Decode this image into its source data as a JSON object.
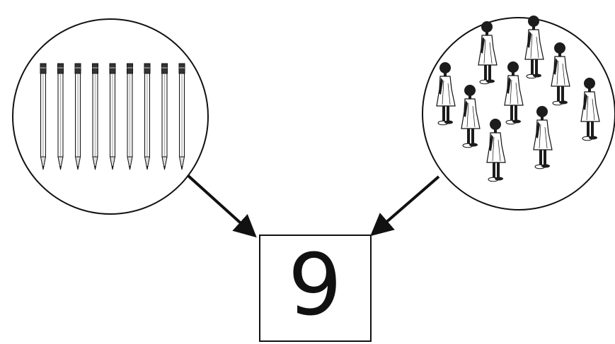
{
  "counting_diagram": {
    "pencils": {
      "count": 9,
      "icon": "pencil-icon"
    },
    "children": {
      "count": 9,
      "icon": "girl-figure-icon"
    },
    "result": {
      "numeral": "9"
    }
  },
  "colors": {
    "stroke": "#111111",
    "background": "#ffffff",
    "pencil_fill": "#f4f4f4",
    "figure_fill": "#1c1c1c"
  }
}
